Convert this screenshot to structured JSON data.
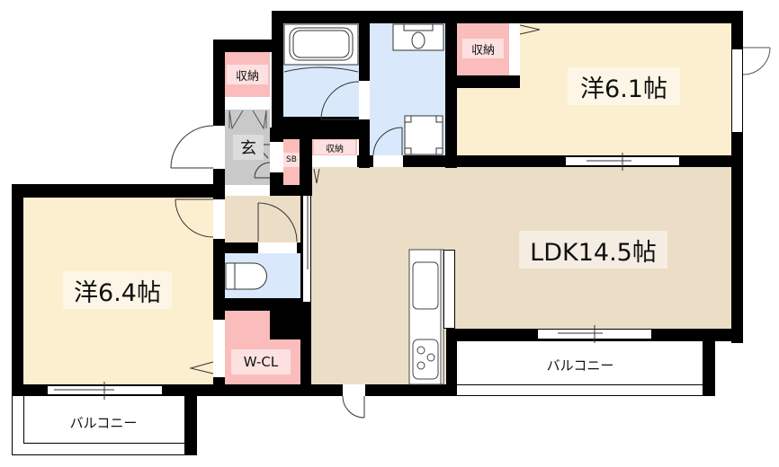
{
  "colors": {
    "wall": "#000000",
    "western_room": "#fcefd0",
    "ldk": "#ecdec6",
    "wet_area": "#d9e9fb",
    "storage": "#fbbcbc",
    "entrance": "#c9c9c9",
    "label_bg_western": "#fdf6e6",
    "label_bg_ldk": "#f5ede2",
    "label_bg_storage": "#fde0e0"
  },
  "rooms": {
    "western_6_1": {
      "label": "洋6.1帖"
    },
    "western_6_4": {
      "label": "洋6.4帖"
    },
    "ldk": {
      "label": "LDK14.5帖"
    },
    "entrance": {
      "label": "玄"
    },
    "storage_entrance": {
      "label": "収納"
    },
    "storage_6_1": {
      "label": "収納"
    },
    "storage_hall": {
      "label": "収納"
    },
    "shoe_box": {
      "label": "SB"
    },
    "walk_in_closet": {
      "label": "W-CL"
    },
    "balcony_left": {
      "label": "バルコニー"
    },
    "balcony_right": {
      "label": "バルコニー"
    }
  }
}
